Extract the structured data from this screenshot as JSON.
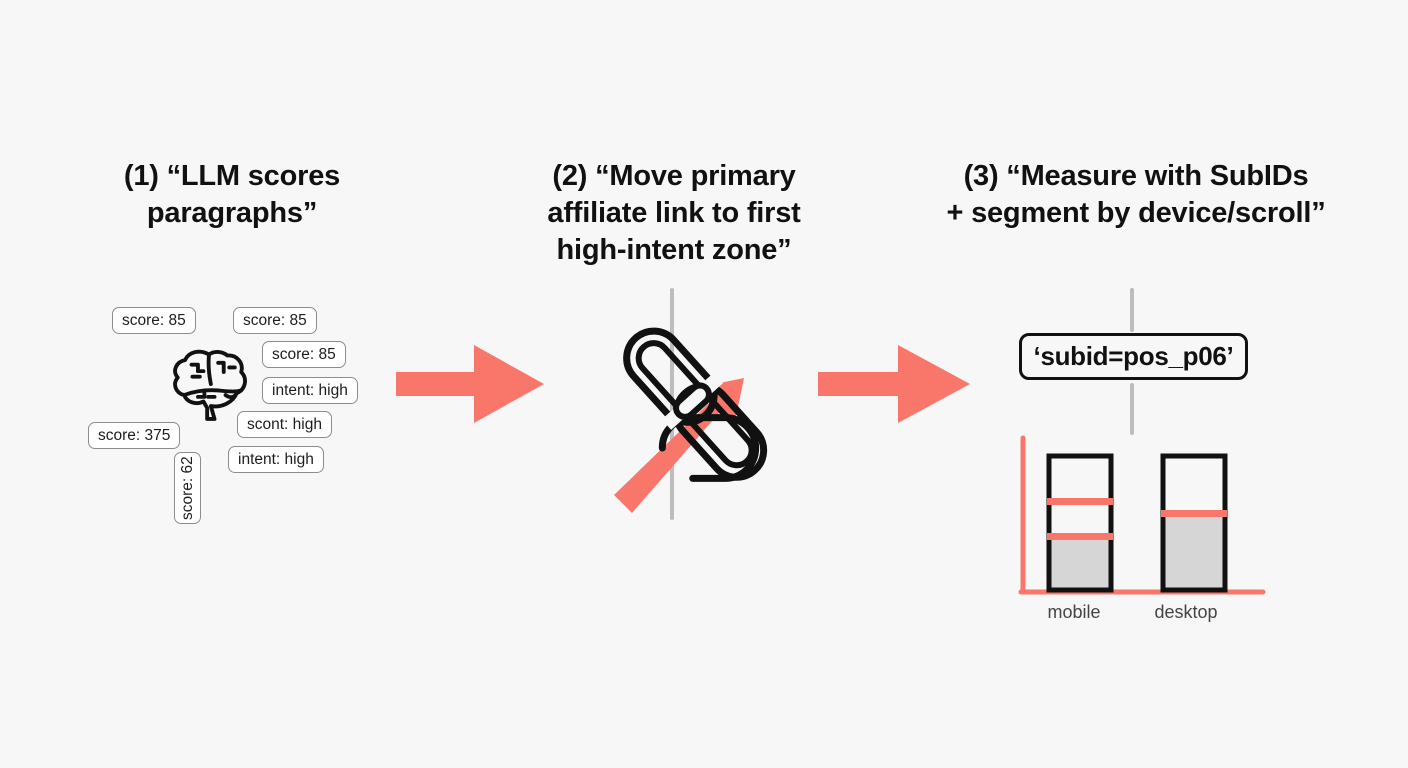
{
  "background_color": "#f7f7f7",
  "accent_color": "#f9766a",
  "ink_color": "#111111",
  "steps": [
    {
      "number": "(1)",
      "title": "(1) “LLM scores\nparagraphs”"
    },
    {
      "number": "(2)",
      "title": "(2) “Move primary\naffiliate link to first\nhigh-intent zone”"
    },
    {
      "number": "(3)",
      "title": "(3) “Measure with SubIDs\n+ segment by device/scroll”"
    }
  ],
  "panel1": {
    "icon": "brain-icon",
    "chips": [
      {
        "id": "a",
        "text": "score: 85",
        "orientation": "horizontal"
      },
      {
        "id": "b",
        "text": "score: 85",
        "orientation": "horizontal"
      },
      {
        "id": "c",
        "text": "score: 85",
        "orientation": "horizontal"
      },
      {
        "id": "d",
        "text": "intent: high",
        "orientation": "horizontal"
      },
      {
        "id": "e",
        "text": "scont: high",
        "orientation": "horizontal"
      },
      {
        "id": "f",
        "text": "intent: high",
        "orientation": "horizontal"
      },
      {
        "id": "g",
        "text": "score: 375",
        "orientation": "horizontal"
      },
      {
        "id": "h",
        "text": "score: 62",
        "orientation": "vertical"
      }
    ]
  },
  "panel2": {
    "icon": "chain-link-icon",
    "rising_arrow": "rising-arrow-icon",
    "guide_line": "vertical-guide-line"
  },
  "panel3": {
    "subid_value": "‘subid=pos_p06’",
    "guide_line": "vertical-guide-line"
  },
  "flow_arrows": [
    {
      "id": "1",
      "direction": "right"
    },
    {
      "id": "2",
      "direction": "right"
    }
  ],
  "chart_data": {
    "type": "bar",
    "title": "",
    "xlabel": "",
    "ylabel": "",
    "categories": [
      "mobile",
      "desktop"
    ],
    "grid": false,
    "legend": null,
    "ylim": [
      0,
      100
    ],
    "series": [
      {
        "name": "filled",
        "values": [
          38,
          58
        ]
      }
    ],
    "outline_heights": [
      100,
      100
    ],
    "marker_lines": {
      "mobile": [
        72,
        40
      ],
      "desktop": [
        60
      ]
    },
    "colors": {
      "outline": "#111111",
      "fill": "#d6d6d6",
      "marker": "#f9766a",
      "axis": "#f9766a"
    }
  }
}
